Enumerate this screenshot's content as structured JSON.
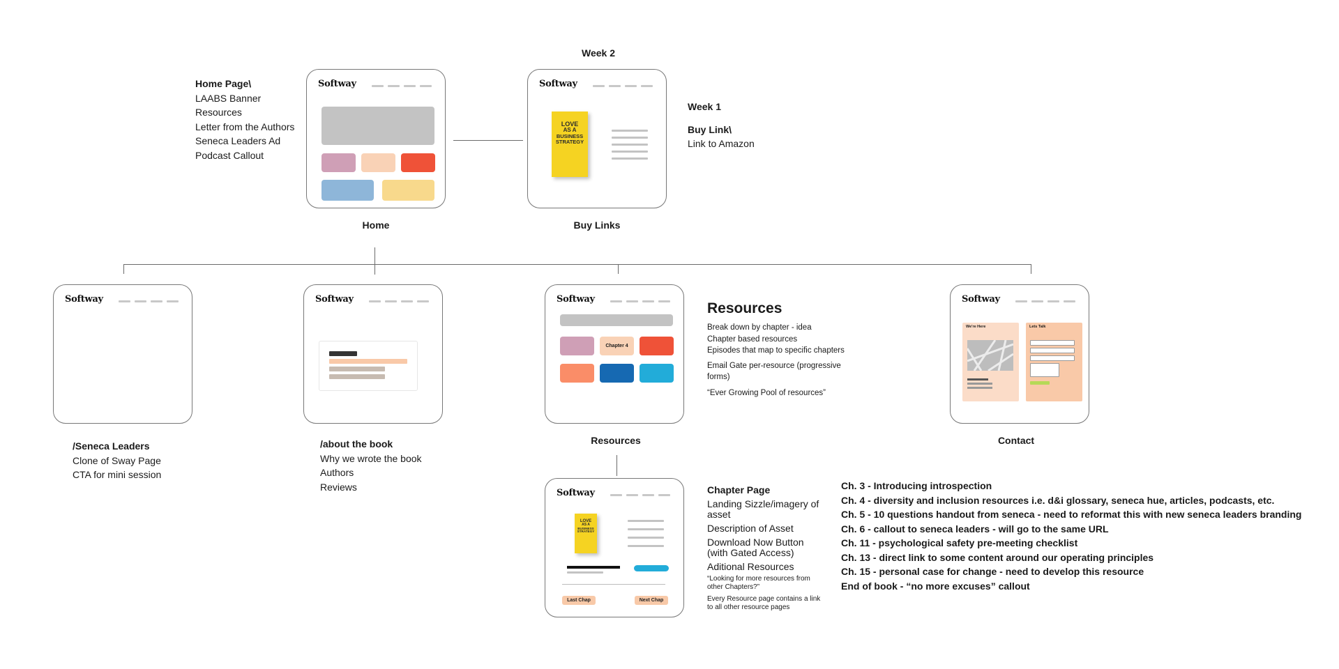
{
  "header": {
    "week2": "Week 2"
  },
  "logo_text": "Softway",
  "home": {
    "caption": "Home",
    "notes": [
      "Home Page\\",
      "LAABS Banner",
      "Resources",
      "Letter from the Authors",
      "Seneca Leaders Ad",
      "Podcast Callout"
    ]
  },
  "buy": {
    "caption": "Buy Links",
    "book_lines": [
      "LOVE",
      "AS A",
      "BUSINESS",
      "STRATEGY"
    ],
    "notes": {
      "week": "Week 1",
      "title": "Buy Link\\",
      "line": "Link to Amazon"
    }
  },
  "seneca": {
    "notes": [
      "/Seneca Leaders",
      "Clone of Sway Page",
      "CTA for mini session"
    ]
  },
  "about": {
    "notes": [
      "/about the book",
      "Why we wrote the book",
      "Authors",
      "Reviews"
    ]
  },
  "resources": {
    "caption": "Resources",
    "chapter_label": "Chapter 4",
    "heading": "Resources",
    "notes": [
      "Break down by chapter - idea",
      "Chapter based resources",
      "Episodes that map to specific chapters"
    ],
    "notes2": [
      "Email Gate per-resource (progressive",
      "forms)"
    ],
    "notes3": [
      "“Ever Growing Pool of resources”"
    ]
  },
  "contact": {
    "caption": "Contact",
    "card1": "We're Here",
    "card2": "Lets Talk"
  },
  "chapter_page": {
    "last_btn": "Last Chap",
    "next_btn": "Next Chap",
    "title": "Chapter Page",
    "items": [
      "Landing Sizzle/imagery of",
      "asset",
      "Description of Asset",
      "Download Now Button",
      "(with Gated Access)",
      "Aditional Resources"
    ],
    "small1": [
      "“Looking for more resources from",
      "other Chapters?”"
    ],
    "small2": [
      "Every Resource page contains a link",
      "to all other resource pages"
    ]
  },
  "chapters": [
    "Ch. 3 - Introducing introspection",
    "Ch. 4 - diversity and inclusion resources i.e. d&i glossary, seneca hue, articles, podcasts, etc.",
    "Ch. 5 - 10 questions handout from seneca - need to reformat this with new seneca leaders branding",
    "Ch. 6 - callout to seneca leaders - will go to the same URL",
    "Ch. 11 - psychological safety pre-meeting checklist",
    "Ch. 13 - direct link to some content around our operating principles",
    "Ch. 15 - personal case for change - need to develop this resource",
    "End of book - “no more excuses” callout"
  ],
  "colors": {
    "mauve": "#cf9fb6",
    "peach": "#f9d2b6",
    "red": "#ef5238",
    "blue_light": "#8eb6d9",
    "yellow": "#f8d98c",
    "orange": "#fa8d68",
    "blue_dark": "#1669b2",
    "cyan": "#22acd9"
  }
}
